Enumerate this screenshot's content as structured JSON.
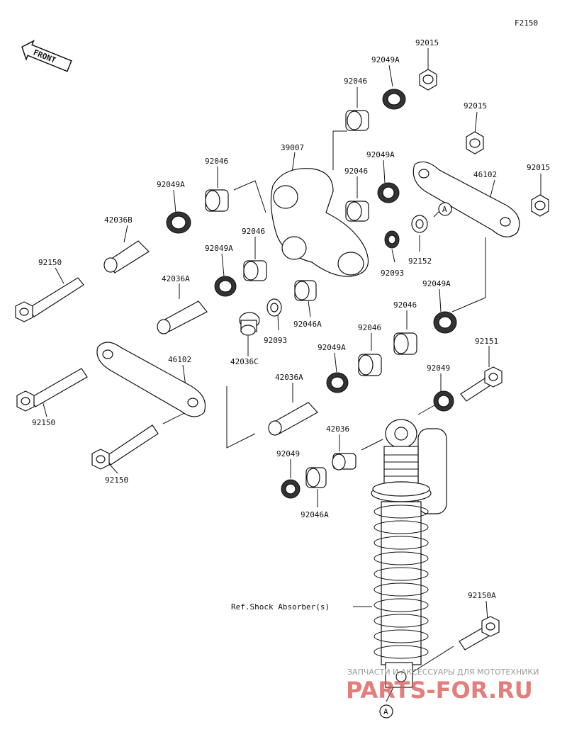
{
  "diagram_code": "F2150",
  "front_label": "FRONT",
  "ref_label": "Ref.Shock Absorber(s)",
  "ref_marker": "A",
  "watermark": {
    "line1": "ЗАПЧАСТИ И АКСЕССУАРЫ ДЛЯ МОТОТЕХНИКИ",
    "line2": "PARTS-FOR.RU"
  },
  "part_labels": [
    "92015",
    "92049A",
    "92046",
    "92015",
    "39007",
    "92049A",
    "92046",
    "92015",
    "46102",
    "92049A",
    "92046",
    "42036B",
    "92046",
    "92049A",
    "92152",
    "92093",
    "92150",
    "42036A",
    "92049A",
    "92046",
    "92046A",
    "92093",
    "42036C",
    "92049A",
    "92046",
    "92151",
    "46102",
    "92049",
    "42036A",
    "92150",
    "42036",
    "92049",
    "92150",
    "92046A",
    "92150A"
  ]
}
